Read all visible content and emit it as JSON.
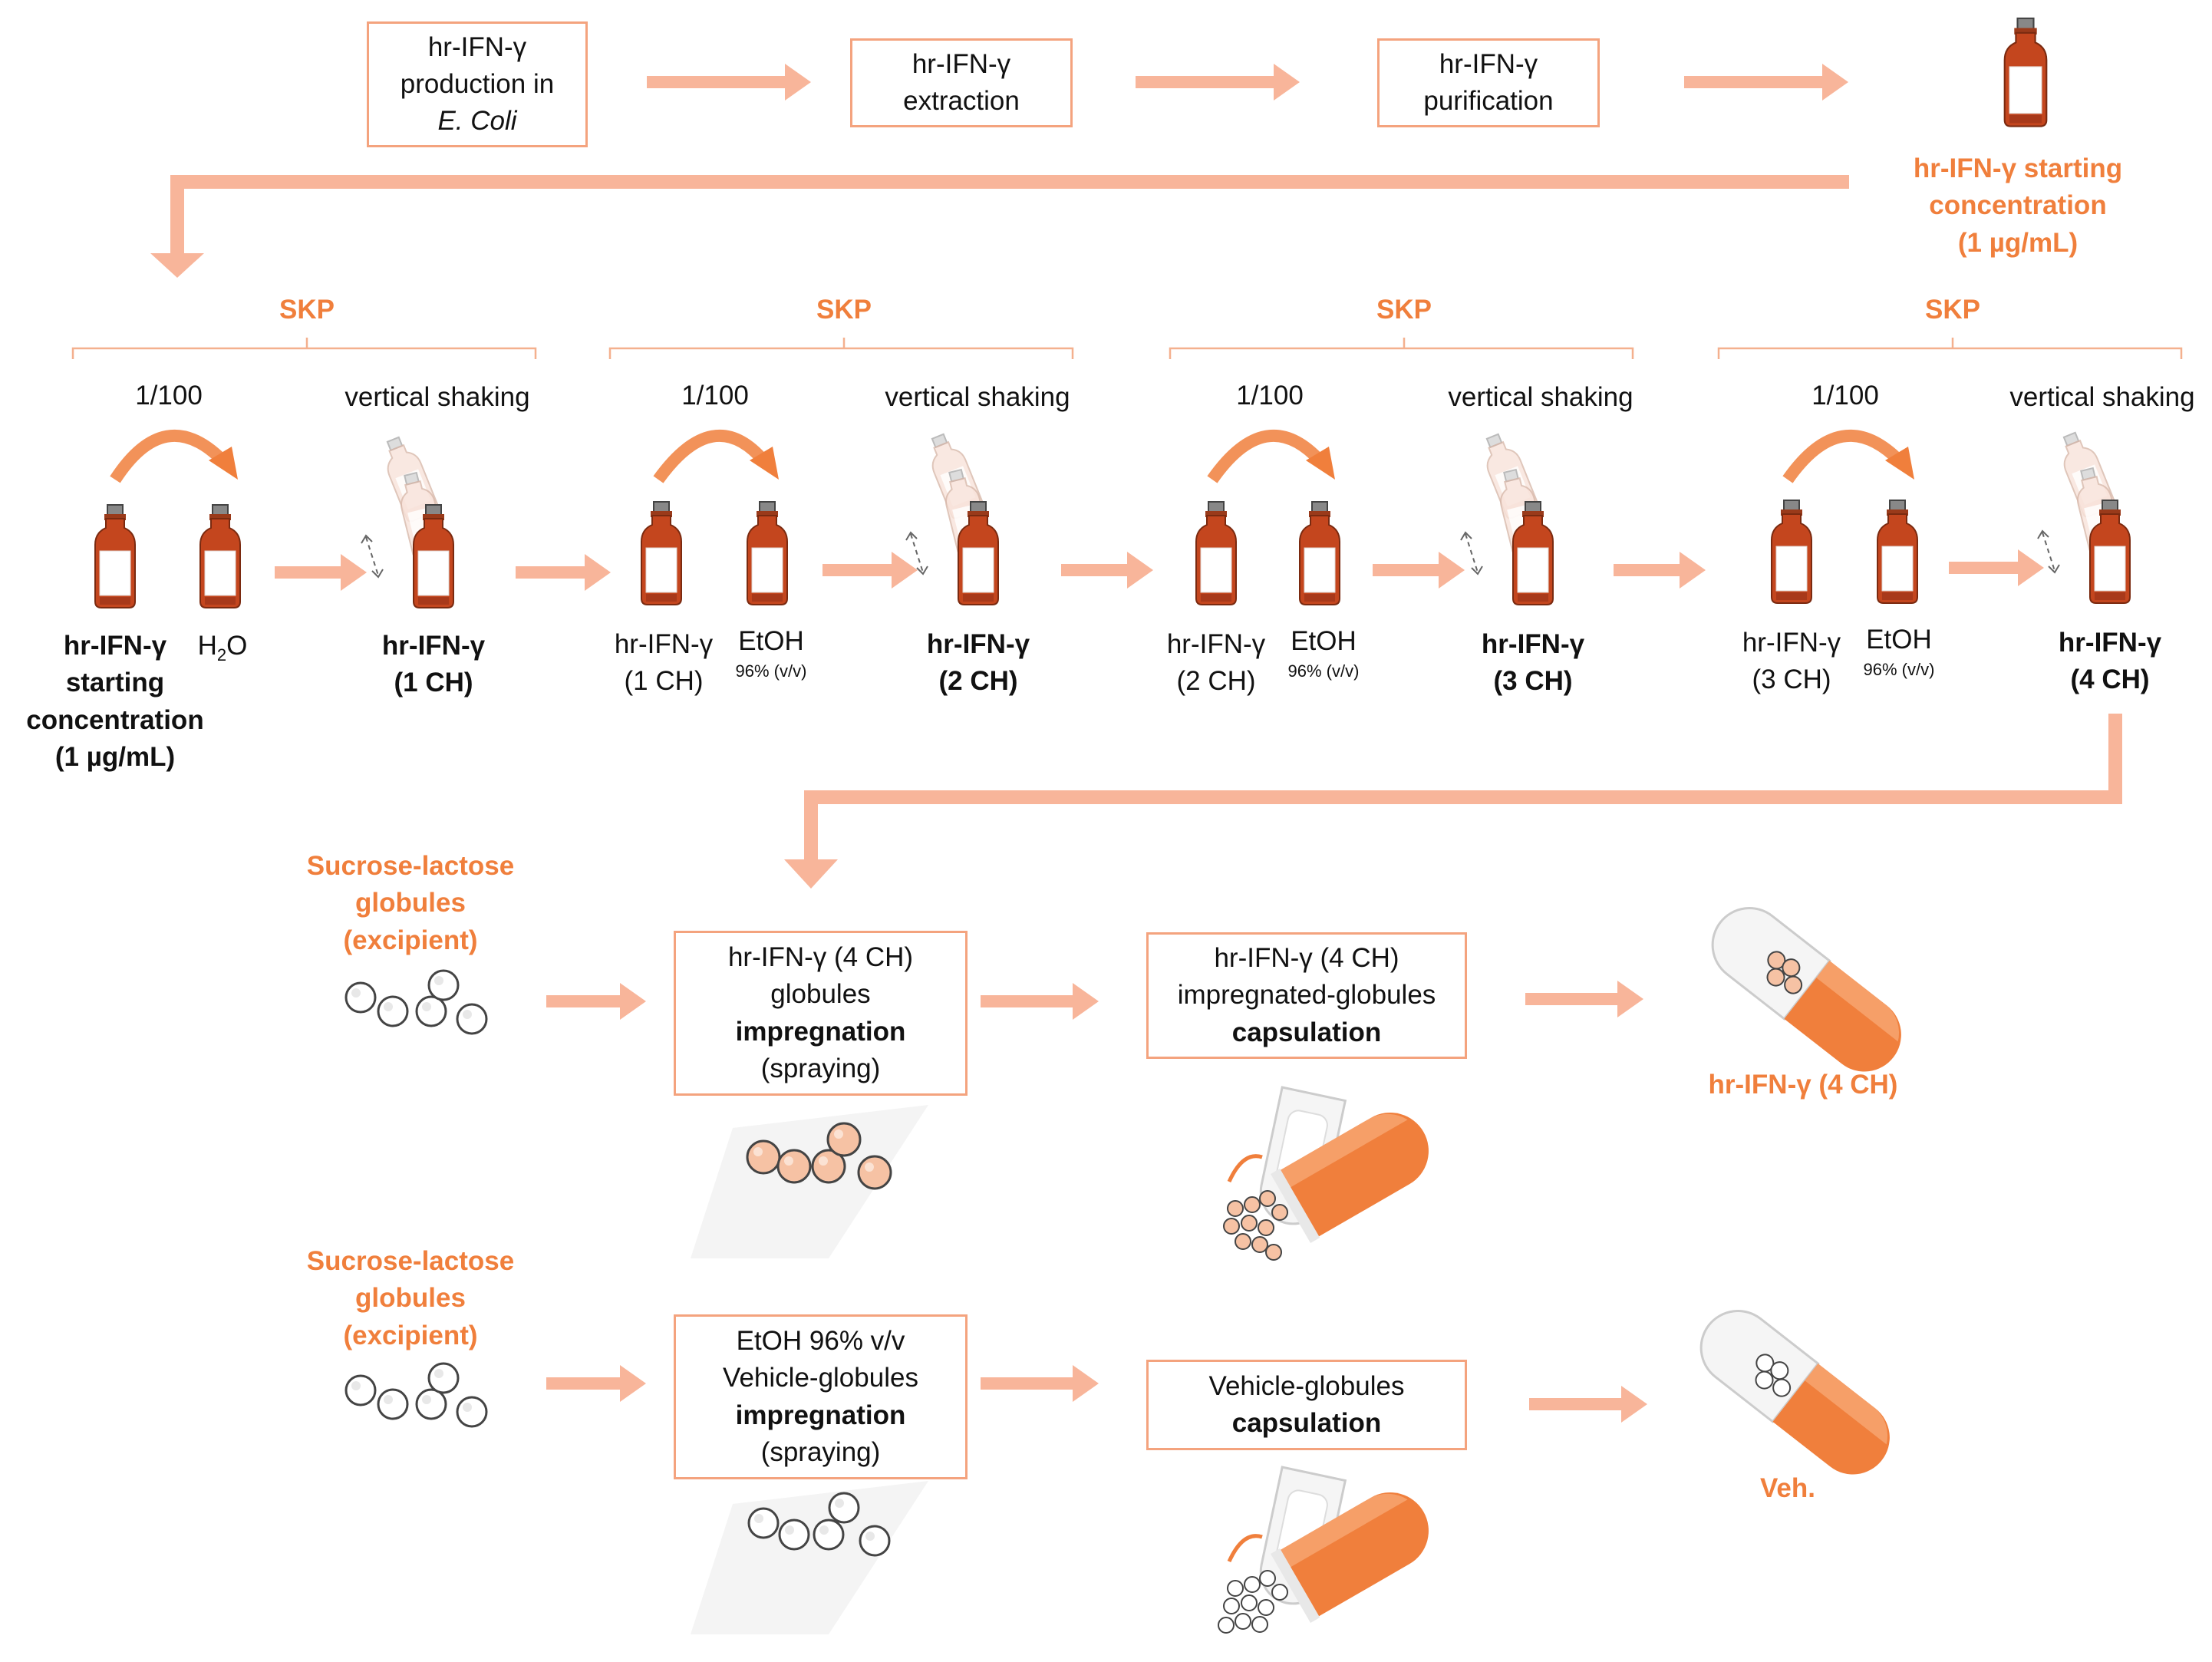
{
  "top_row": {
    "production": {
      "line1": "hr-IFN-γ",
      "line2": "production in",
      "line3": "E. Coli"
    },
    "extraction": {
      "line1": "hr-IFN-γ",
      "line2": "extraction"
    },
    "purification": {
      "line1": "hr-IFN-γ",
      "line2": "purification"
    },
    "starting": {
      "line1": "hr-IFN-γ starting",
      "line2": "concentration",
      "line3": "(1 µg/mL)"
    }
  },
  "skp_label": "SKP",
  "dilution_label": "1/100",
  "shaking_label": "vertical shaking",
  "stages": [
    {
      "src1": "hr-IFN-γ",
      "src2": "starting",
      "src3": "concentration",
      "src4": "(1 µg/mL)",
      "solvent": "H",
      "solvent_sub": "2",
      "solvent_end": "O",
      "solvent_note": "",
      "result1": "hr-IFN-γ",
      "result2": "(1 CH)"
    },
    {
      "src1": "hr-IFN-γ",
      "src2": "(1 CH)",
      "solvent": "EtOH",
      "solvent_note": "96% (v/v)",
      "result1": "hr-IFN-γ",
      "result2": "(2 CH)"
    },
    {
      "src1": "hr-IFN-γ",
      "src2": "(2 CH)",
      "solvent": "EtOH",
      "solvent_note": "96% (v/v)",
      "result1": "hr-IFN-γ",
      "result2": "(3 CH)"
    },
    {
      "src1": "hr-IFN-γ",
      "src2": "(3 CH)",
      "solvent": "EtOH",
      "solvent_note": "96% (v/v)",
      "result1": "hr-IFN-γ",
      "result2": "(4 CH)"
    }
  ],
  "excipient": {
    "line1": "Sucrose-lactose",
    "line2": "globules",
    "line3": "(excipient)"
  },
  "row_treated": {
    "impregnation": {
      "line1": "hr-IFN-γ (4 CH)",
      "line2": "globules",
      "line3": "impregnation",
      "line4": "(spraying)"
    },
    "capsulation": {
      "line1": "hr-IFN-γ (4 CH)",
      "line2": "impregnated-globules",
      "line3": "capsulation"
    },
    "product": "hr-IFN-γ (4 CH)"
  },
  "row_vehicle": {
    "impregnation": {
      "line1": "EtOH 96% v/v",
      "line2": "Vehicle-globules",
      "line3": "impregnation",
      "line4": "(spraying)"
    },
    "capsulation": {
      "line1": "Vehicle-globules",
      "line2": "capsulation"
    },
    "product": "Veh."
  },
  "colors": {
    "accent_text": "#f07f3c",
    "arrow": "#f8b59a",
    "box_border": "#f4a37e",
    "bottle_body": "#c4461e",
    "capsule_orange": "#f07f3c",
    "globule_coated": "#f6c2a4"
  },
  "icons": [
    "vial-icon",
    "shaking-vial-icon",
    "curved-arrow-icon",
    "globules-icon",
    "capsule-icon",
    "open-capsule-icon"
  ]
}
